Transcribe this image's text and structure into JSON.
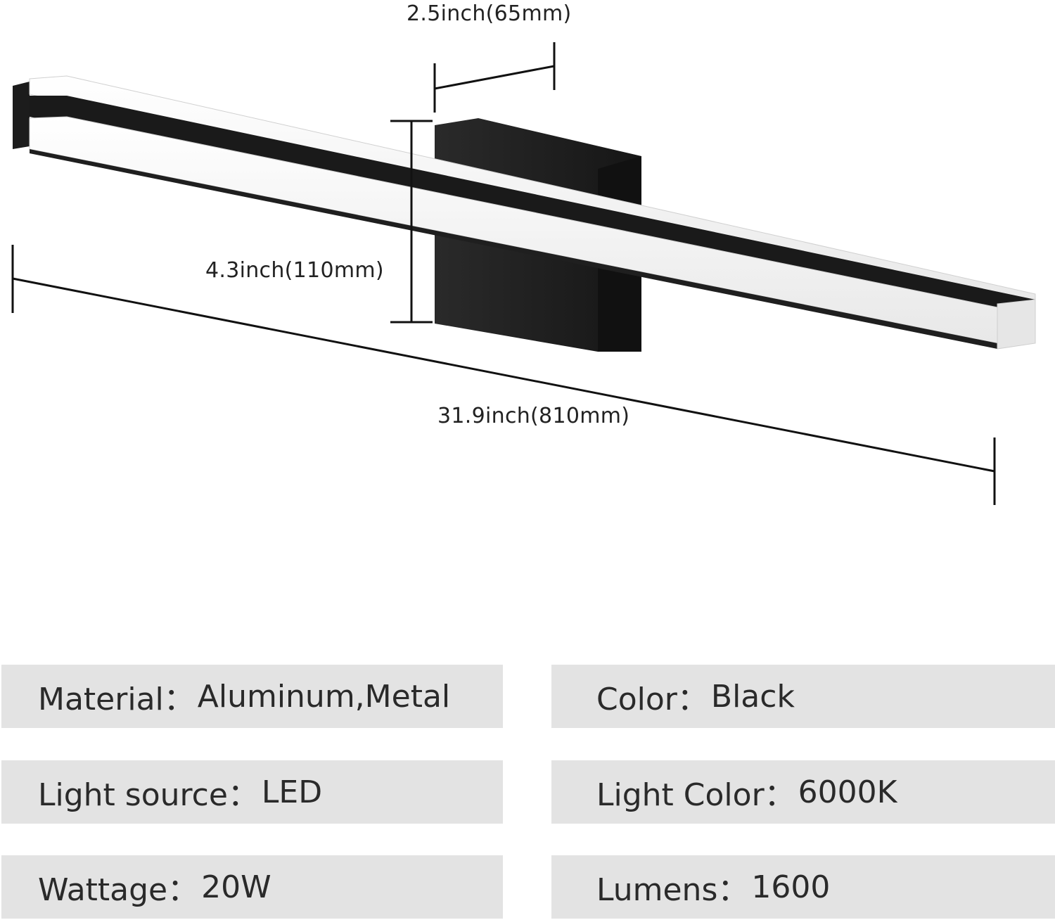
{
  "dimensions": {
    "depth": "2.5inch(65mm)",
    "height": "4.3inch(110mm)",
    "length": "31.9inch(810mm)"
  },
  "colors": {
    "fixture": "#1a1a1a",
    "diffuser": "#f4f4f4",
    "dimension_line": "#111111",
    "spec_background": "#e3e3e3"
  },
  "specs": [
    {
      "label": "Material",
      "value": "Aluminum,Metal"
    },
    {
      "label": "Color",
      "value": "Black"
    },
    {
      "label": "Light source",
      "value": "LED"
    },
    {
      "label": "Light Color",
      "value": "6000K"
    },
    {
      "label": "Wattage",
      "value": "20W"
    },
    {
      "label": "Lumens",
      "value": "1600"
    }
  ]
}
